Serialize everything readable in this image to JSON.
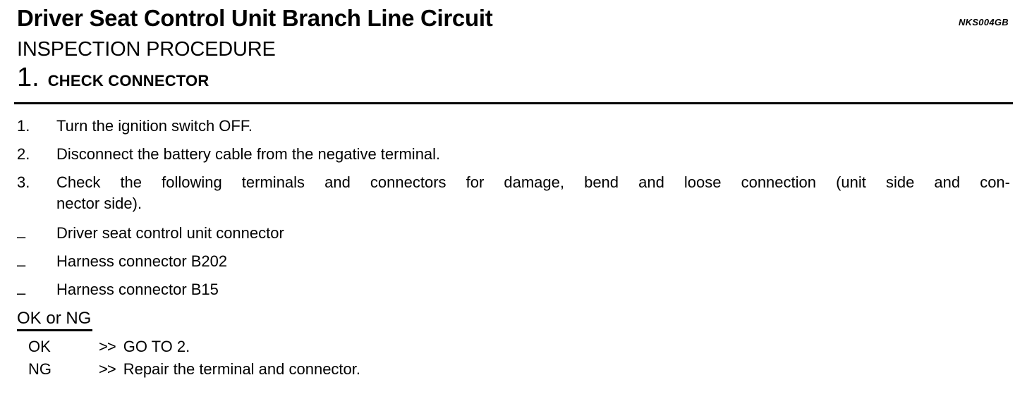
{
  "meta": {
    "background_color": "#ffffff",
    "text_color": "#000000",
    "rule_color": "#000000"
  },
  "header": {
    "title": "Driver Seat Control Unit Branch Line Circuit",
    "doc_code": "NKS004GB",
    "section_heading": "INSPECTION PROCEDURE",
    "step_number": "1.",
    "step_title": "CHECK CONNECTOR"
  },
  "procedure": {
    "steps": [
      {
        "num": "1.",
        "lines": [
          "Turn the ignition switch OFF."
        ]
      },
      {
        "num": "2.",
        "lines": [
          "Disconnect the battery cable from the negative terminal."
        ]
      },
      {
        "num": "3.",
        "lines": [
          "Check the following terminals and connectors for damage, bend and loose connection (unit side and con-",
          "nector side)."
        ]
      }
    ],
    "bullet_char": "–",
    "bullets": [
      {
        "text": "Driver seat control unit connector"
      },
      {
        "text": "Harness connector B202"
      },
      {
        "text": "Harness connector B15"
      }
    ],
    "decision_label": "OK or NG",
    "results": [
      {
        "label": "OK",
        "arrows": ">>",
        "text": "GO TO 2."
      },
      {
        "label": "NG",
        "arrows": ">>",
        "text": "Repair the terminal and connector."
      }
    ]
  }
}
